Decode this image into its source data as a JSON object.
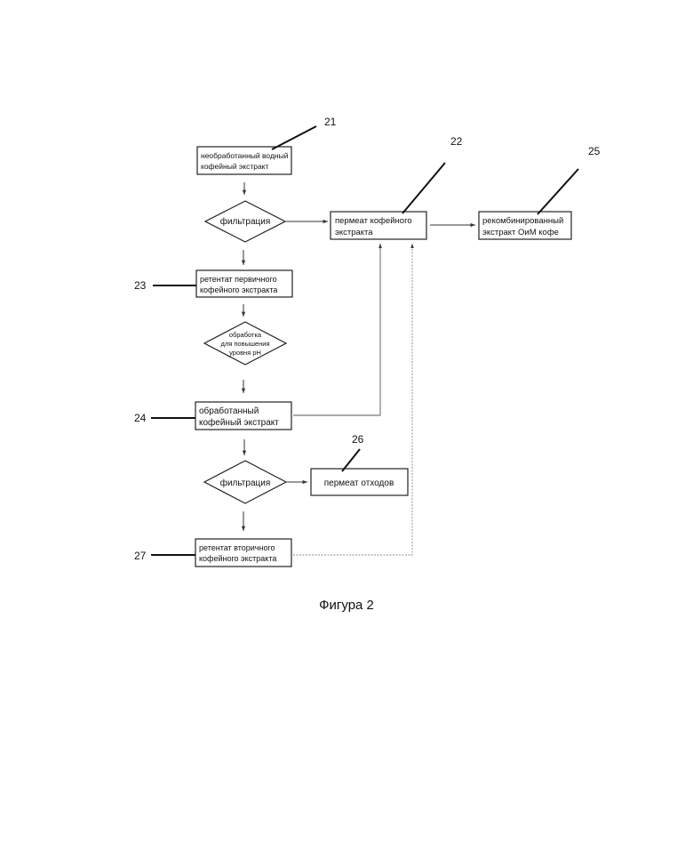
{
  "diagram": {
    "nodes": {
      "raw_extract": {
        "lines": [
          "необработанный водный",
          "кофейный экстракт"
        ]
      },
      "filtration1": {
        "lines": [
          "фильтрация"
        ]
      },
      "permeate": {
        "lines": [
          "пермеат кофейного",
          "экстракта"
        ]
      },
      "recombined": {
        "lines": [
          "рекомбинированный",
          "экстракт ОиМ кофе"
        ]
      },
      "retentate1": {
        "lines": [
          "ретентат первичного",
          "кофейного экстракта"
        ]
      },
      "ph_treatment": {
        "lines": [
          "обработка",
          "для повышения",
          "уровня pH"
        ]
      },
      "treated_extract": {
        "lines": [
          "обработанный",
          "кофейный экстракт"
        ]
      },
      "filtration2": {
        "lines": [
          "фильтрация"
        ]
      },
      "waste_permeate": {
        "lines": [
          "пермеат отходов"
        ]
      },
      "retentate2": {
        "lines": [
          "ретентат вторичного",
          "кофейного экстракта"
        ]
      }
    },
    "refs": {
      "r21": "21",
      "r22": "22",
      "r23": "23",
      "r24": "24",
      "r25": "25",
      "r26": "26",
      "r27": "27"
    },
    "caption": "Фигура 2"
  }
}
